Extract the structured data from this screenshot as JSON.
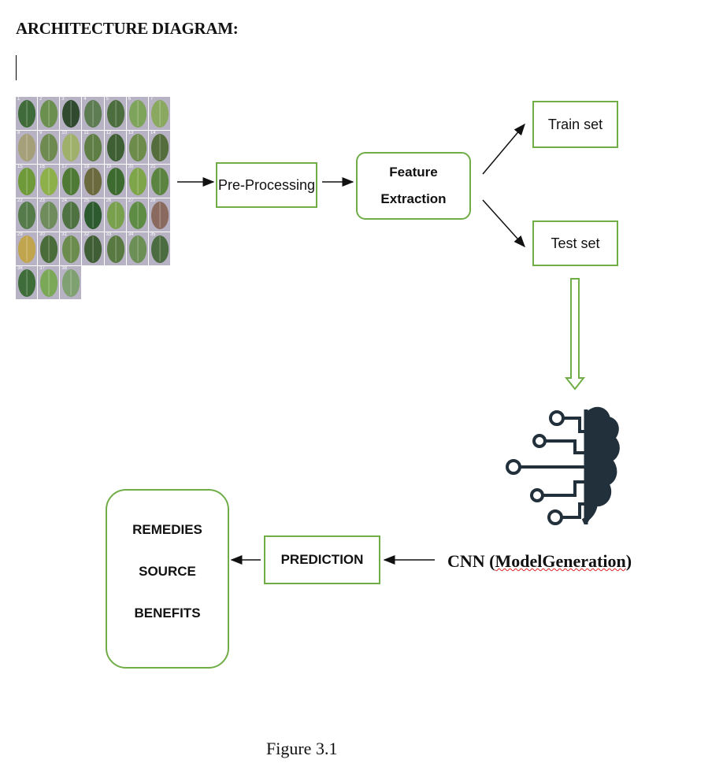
{
  "heading": "ARCHITECTURE DIAGRAM:",
  "nodes": {
    "preprocessing": "Pre-Processing",
    "feature_line1": "Feature",
    "feature_line2": "Extraction",
    "train": "Train set",
    "test": "Test set",
    "prediction": "PREDICTION",
    "outputs": [
      "REMEDIES",
      "SOURCE",
      "BENEFITS"
    ]
  },
  "cnn": {
    "prefix": "CNN (",
    "word": "ModelGeneration",
    "suffix": ")"
  },
  "caption": "Figure 3.1",
  "image_grid": {
    "labels": [
      "1",
      "2",
      "3",
      "4",
      "5",
      "6",
      "7",
      "8",
      "9",
      "10",
      "11",
      "12",
      "13",
      "14",
      "15",
      "16",
      "17",
      "18",
      "19",
      "20",
      "21",
      "22",
      "23",
      "24",
      "25",
      "26",
      "27",
      "28",
      "29",
      "30",
      "31",
      "32",
      "33",
      "34",
      "35",
      "36",
      "37",
      "38"
    ],
    "colors": [
      "#3f6b3a",
      "#6b8f4e",
      "#2f4a2e",
      "#5d7c52",
      "#4c6e3f",
      "#7ea35a",
      "#8aa85f",
      "#a6a07a",
      "#6f8a50",
      "#9fb06a",
      "#5f7e45",
      "#3e5e33",
      "#6d8b4a",
      "#556d3c",
      "#6f9a3a",
      "#8db04a",
      "#4e7a36",
      "#6b6a3e",
      "#3d6a2f",
      "#7fa54b",
      "#5b8440",
      "#567b4a",
      "#6f8d5c",
      "#4f7242",
      "#2e5a30",
      "#78a04d",
      "#5e8c44",
      "#8a6a5e",
      "#c0a44e",
      "#4a6c3a",
      "#6c8c4e",
      "#3f5e35",
      "#587a42",
      "#6b8f55",
      "#4b6b40",
      "#3e6d3a",
      "#7aa856",
      "#7fa070"
    ],
    "background": "#b8b3c4"
  },
  "colors": {
    "box_border": "#70ad47",
    "arrow": "#111111",
    "brain": "#22303b"
  }
}
